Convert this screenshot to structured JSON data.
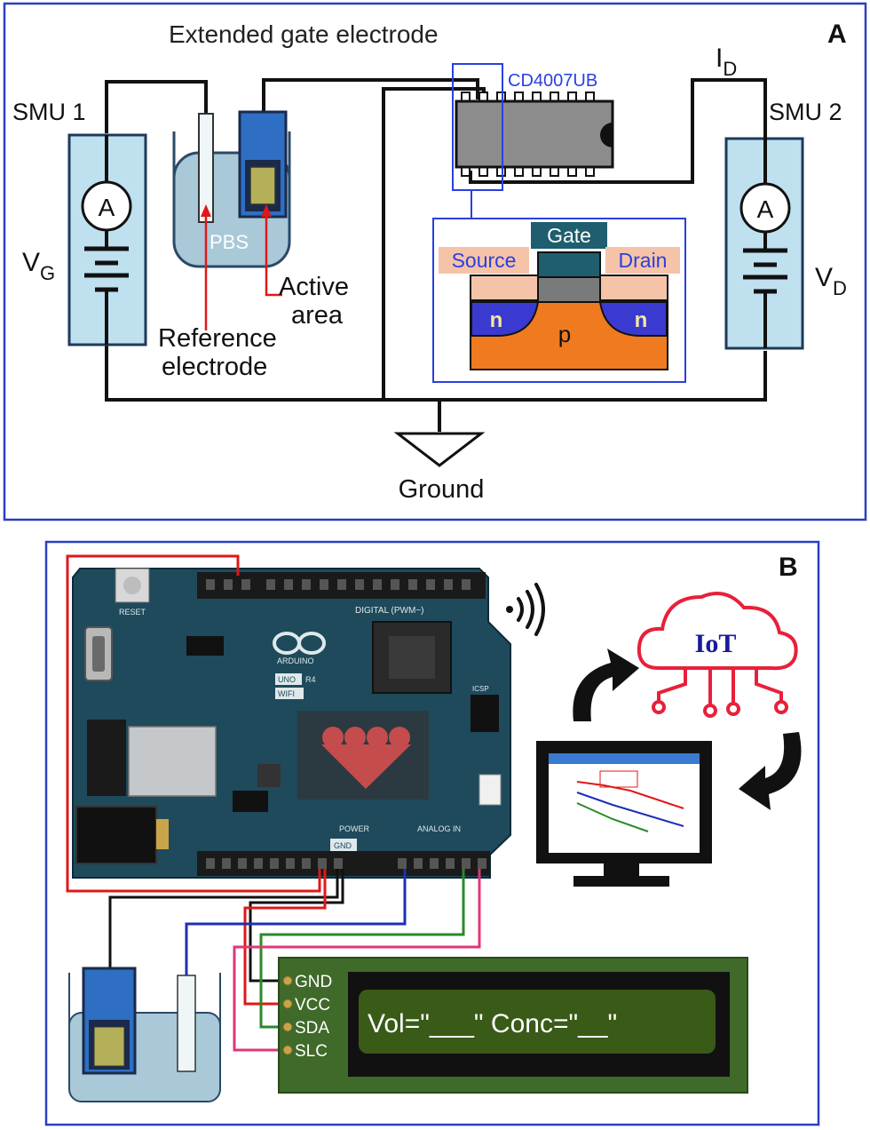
{
  "panel_a": {
    "panel_label": "A",
    "title": "Extended gate electrode",
    "smu1_label": "SMU 1",
    "smu2_label": "SMU 2",
    "ammeter_symbol": "A",
    "vg_main": "V",
    "vg_sub": "G",
    "vd_main": "V",
    "vd_sub": "D",
    "id_main": "I",
    "id_sub": "D",
    "chip_label": "CD4007UB",
    "pbs_label": "PBS",
    "active_area_line1": "Active",
    "active_area_line2": "area",
    "reference_line1": "Reference",
    "reference_line2": "electrode",
    "gate_label": "Gate",
    "source_label": "Source",
    "drain_label": "Drain",
    "n_left": "n",
    "n_right": "n",
    "p_label": "p",
    "ground_label": "Ground"
  },
  "panel_b": {
    "panel_label": "B",
    "iot_label": "IoT",
    "lcd_text": "Vol=\"___\" Conc=\"__\"",
    "pins": [
      "GND",
      "VCC",
      "SDA",
      "SLC"
    ],
    "board_silkscreen": {
      "brand": "ARDUINO",
      "model_1": "UNO",
      "model_2": "R4",
      "model_3": "WIFI",
      "digital": "DIGITAL (PWM~)",
      "power": "POWER",
      "analog": "ANALOG IN",
      "reset": "RESET",
      "icsp": "ICSP",
      "gnd": "GND"
    }
  },
  "colors": {
    "frame_blue": "#2b3fbf",
    "smu_fill": "#bfe0ee",
    "wire_black": "#111111",
    "wire_red": "#e01818",
    "wire_blue": "#1e2fb8",
    "wire_green": "#2a8a2a",
    "wire_pink": "#e0367a",
    "board_teal": "#1e4a5c",
    "lcd_green": "#3f6a2a",
    "iot_red": "#e8203a",
    "iot_text": "#1a1a9a",
    "substrate_orange": "#f07a20",
    "oxide_peach": "#f5c4a8",
    "n_region_blue": "#3a3ad0",
    "gate_teal": "#1e5e6e",
    "chip_gray": "#8c8c8c"
  }
}
